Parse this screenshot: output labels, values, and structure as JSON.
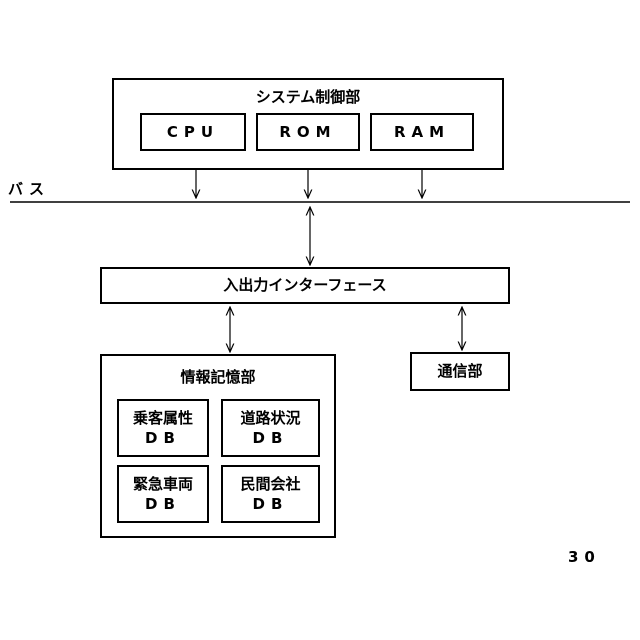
{
  "system_control": {
    "title": "システム制御部",
    "cpu": "CPU",
    "rom": "ROM",
    "ram": "RAM"
  },
  "bus_label": "バス",
  "io_interface": "入出力インターフェース",
  "communication": "通信部",
  "info_storage": {
    "title": "情報記憶部",
    "db1_line1": "乗客属性",
    "db1_line2": "DB",
    "db2_line1": "道路状況",
    "db2_line2": "DB",
    "db3_line1": "緊急車両",
    "db3_line2": "DB",
    "db4_line1": "民間会社",
    "db4_line2": "DB"
  },
  "figure_number": "30"
}
